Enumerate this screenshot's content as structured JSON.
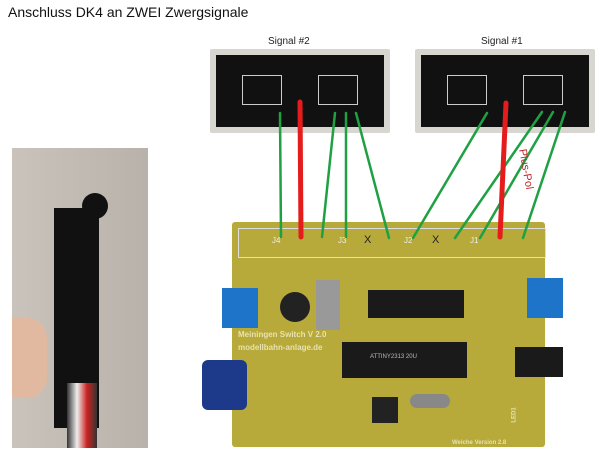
{
  "title": "Anschluss DK4 an ZWEI Zwergsignale",
  "signals": [
    {
      "label": "Signal #2"
    },
    {
      "label": "Signal #1"
    }
  ],
  "annotation": "Plus-Pol",
  "headers": [
    "J4",
    "J3",
    "J2",
    "J1"
  ],
  "unused_mark": "X",
  "board_text": {
    "name": "Meiningen Switch V 2.0",
    "site": "modellbahn-anlage.de",
    "led": "LED1",
    "version": "Weiche Version 2.8",
    "chip": "ATTINY2313 20U"
  },
  "colors": {
    "signal_wire": "#1fa043",
    "plus_wire": "#e51c1c",
    "pcb": "#b7a93a"
  }
}
